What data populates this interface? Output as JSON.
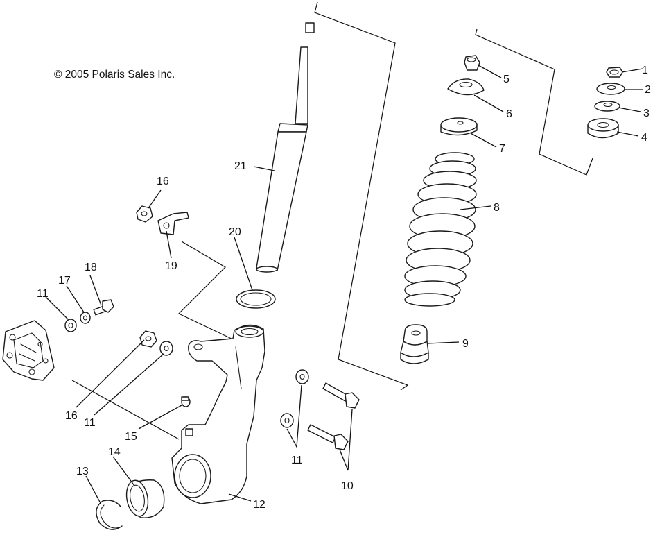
{
  "copyright": "© 2005 Polaris Sales Inc.",
  "callouts": {
    "c1": "1",
    "c2": "2",
    "c3": "3",
    "c4": "4",
    "c5": "5",
    "c6": "6",
    "c7": "7",
    "c8": "8",
    "c9": "9",
    "c10": "10",
    "c11a": "11",
    "c11b": "11",
    "c11c": "11",
    "c12": "12",
    "c13": "13",
    "c14": "14",
    "c15": "15",
    "c16a": "16",
    "c16b": "16",
    "c17": "17",
    "c18": "18",
    "c19": "19",
    "c20": "20",
    "c21": "21"
  }
}
